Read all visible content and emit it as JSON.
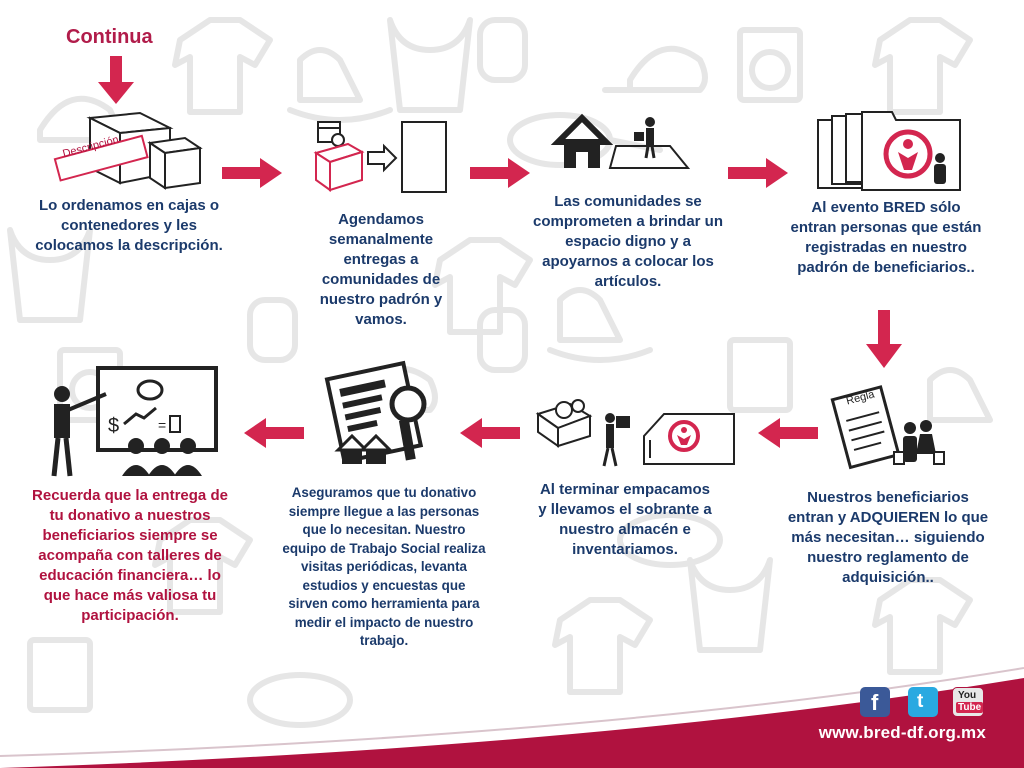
{
  "title": "Continua",
  "label_descripcion": "Descripción",
  "label_regla": "Regla",
  "steps_top": [
    "Lo ordenamos en cajas o contenedores y les colocamos la descripción.",
    "Agendamos semanalmente entregas a comunidades de nuestro padrón y vamos.",
    "Las comunidades se comprometen a brindar un espacio digno y a apoyarnos a colocar los artículos.",
    "Al evento BRED sólo entran personas que están registradas en nuestro padrón de beneficiarios.."
  ],
  "steps_bottom": [
    "Recuerda que la entrega de tu donativo a nuestros beneficiarios siempre se acompaña con talleres de educación financiera… lo que hace más valiosa tu participación.",
    "Aseguramos que tu donativo siempre llegue a las personas que lo necesitan. Nuestro equipo de Trabajo Social realiza visitas periódicas, levanta estudios y encuestas que sirven como herramienta para medir el impacto de nuestro trabajo.",
    "Al terminar empacamos y llevamos el sobrante a nuestro almacén e inventariamos.",
    "Nuestros beneficiarios entran y ADQUIEREN lo que más necesitan… siguiendo nuestro reglamento de adquisición.."
  ],
  "footer": {
    "url": "www.bred-df.org.mx",
    "social": [
      "facebook",
      "twitter",
      "youtube"
    ],
    "youtube_top": "You",
    "youtube_bottom": "Tube"
  },
  "colors": {
    "accent": "#d3264f",
    "footer": "#b0123f",
    "text_blue": "#1b3a6b",
    "text_red": "#b0123f"
  }
}
